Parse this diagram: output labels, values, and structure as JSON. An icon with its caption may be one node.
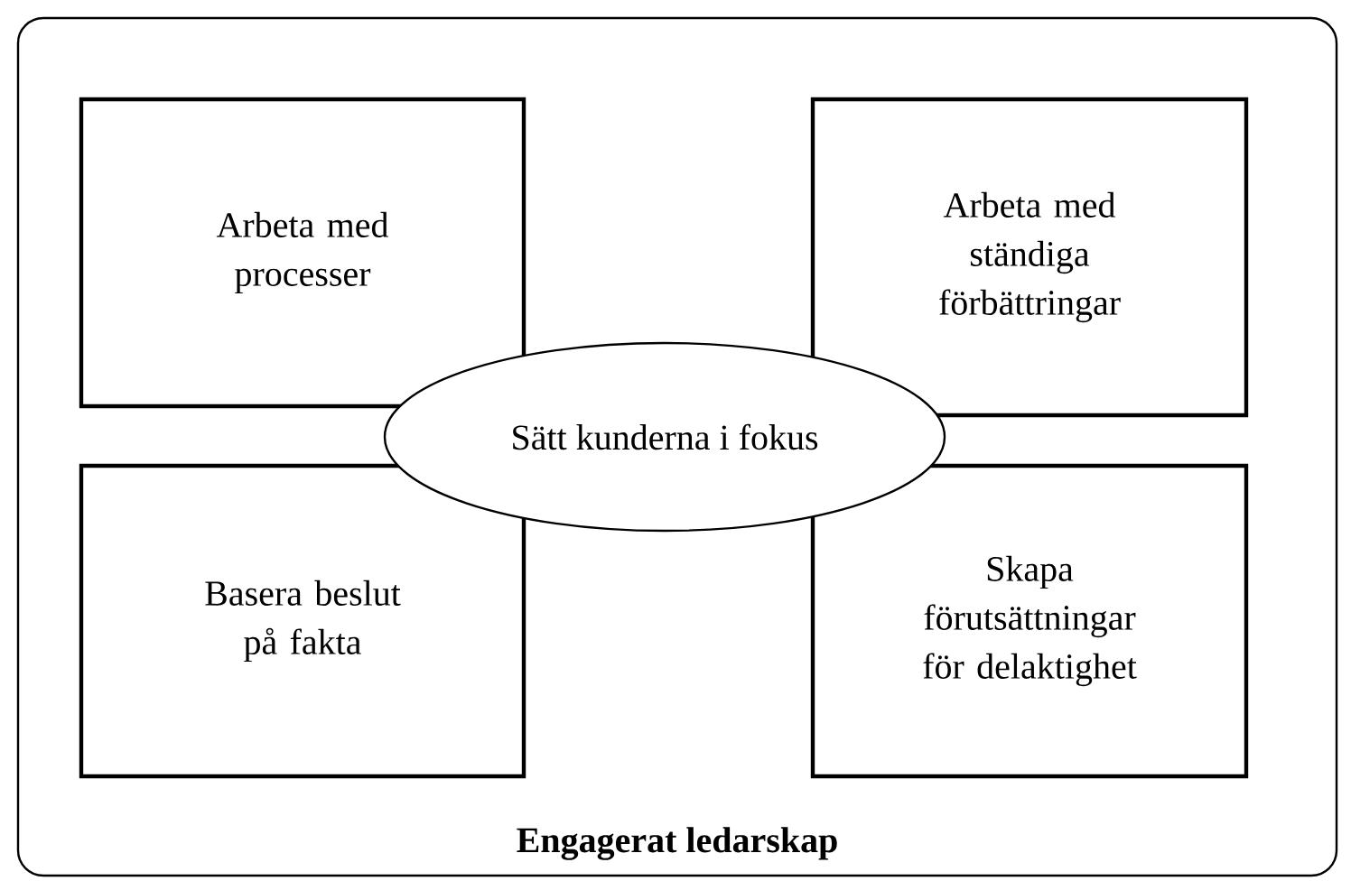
{
  "diagram": {
    "nodes": [
      {
        "text": [
          "Engagerat ledarskap"
        ]
      },
      {
        "text": [
          "Arbeta med processer"
        ],
        "in": 0
      },
      {
        "text": [
          "Arbeta med ständiga förbättringar"
        ],
        "in": 0
      },
      {
        "text": [
          "Sätt kunderna i fokus"
        ],
        "in": 0
      },
      {
        "text": [
          "Basera beslut på fakta"
        ],
        "in": 0
      },
      {
        "text": [
          "Skapa förutsättningar för delaktighet"
        ],
        "in": 0
      }
    ]
  }
}
